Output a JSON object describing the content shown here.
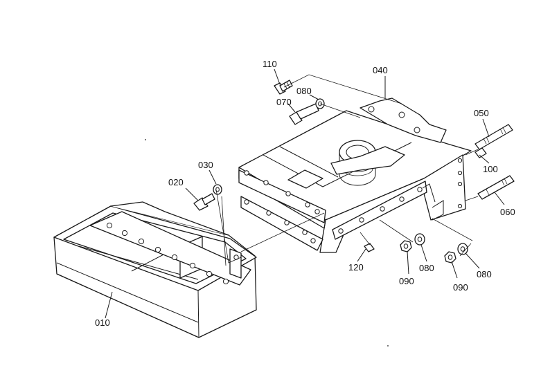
{
  "callouts": {
    "p010": "010",
    "p020": "020",
    "p030": "030",
    "p040": "040",
    "p050": "050",
    "p060": "060",
    "p070": "070",
    "p080a": "080",
    "p080b": "080",
    "p080c": "080",
    "p090a": "090",
    "p090b": "090",
    "p100": "100",
    "p110": "110",
    "p120": "120"
  },
  "colors": {
    "ink": "#1a1a1a",
    "paper": "#ffffff"
  }
}
